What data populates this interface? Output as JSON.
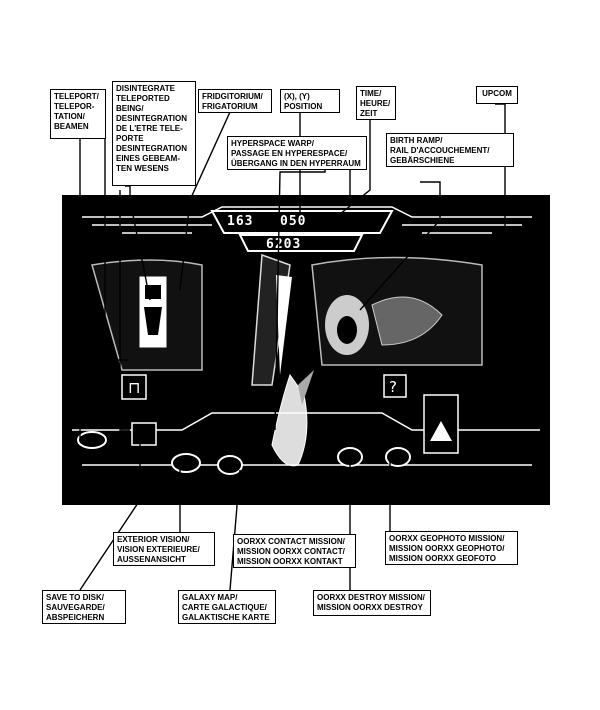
{
  "screen": {
    "coord_x": "163",
    "coord_y": "050",
    "time": "6203"
  },
  "labels": {
    "teleport": "TELEPORT/\nTELEPOR-\nTATION/\nBEAMEN",
    "disintegrate": "DISINTEGRATE\nTELEPORTED\nBEING/\nDESINTEGRATION\nDE L'ETRE TELE-\nPORTE\nDESINTEGRATION\nEINES GEBEAM-\nTEN WESENS",
    "fridgitorium": "FRIDGITORIUM/\nFRIGATORIUM",
    "position": "(X), (Y)\nPOSITION",
    "time": "TIME/\nHEURE/\nZEIT",
    "upcom": "UPCOM",
    "hyperspace": "HYPERSPACE WARP/\nPASSAGE EN HYPERESPACE/\nÜBERGANG IN DEN HYPERRAUM",
    "birth_ramp": "BIRTH RAMP/\nRAIL D'ACCOUCHEMENT/\nGEBÄRSCHIENE",
    "exterior_vision": "EXTERIOR VISION/\nVISION EXTERIEURE/\nAUSSENANSICHT",
    "contact_mission": "OORXX CONTACT MISSION/\nMISSION OORXX CONTACT/\nMISSION OORXX KONTAKT",
    "geophoto_mission": "OORXX GEOPHOTO MISSION/\nMISSION OORXX GEOPHOTO/\nMISSION OORXX GEOFOTO",
    "save_to_disk": "SAVE TO DISK/\nSAUVEGARDE/\nABSPEICHERN",
    "galaxy_map": "GALAXY MAP/\nCARTE GALACTIQUE/\nGALAKTISCHE KARTE",
    "destroy_mission": "OORXX DESTROY MISSION/\nMISSION OORXX DESTROY"
  }
}
